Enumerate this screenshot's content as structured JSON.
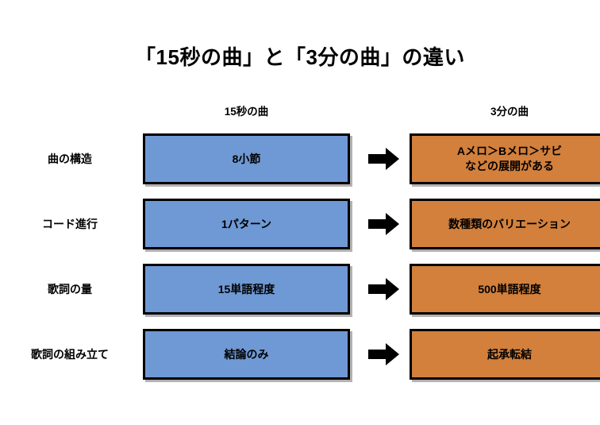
{
  "slide": {
    "title": "「15秒の曲」と「3分の曲」の違い",
    "background_color": "#ffffff"
  },
  "columns": {
    "left_header": "15秒の曲",
    "right_header": "3分の曲"
  },
  "colors": {
    "before_box": "#6f99d4",
    "after_box": "#d2803c",
    "box_border": "#000000",
    "arrow": "#000000",
    "text": "#000000"
  },
  "icons": {
    "arrow": "right-arrow-icon"
  },
  "rows": [
    {
      "label": "曲の構造",
      "before": "8小節",
      "after": "Aメロ＞Bメロ＞サビ\nなどの展開がある"
    },
    {
      "label": "コード進行",
      "before": "1パターン",
      "after": "数種類のバリエーション"
    },
    {
      "label": "歌詞の量",
      "before": "15単語程度",
      "after": "500単語程度"
    },
    {
      "label": "歌詞の組み立て",
      "before": "結論のみ",
      "after": "起承転結"
    }
  ]
}
